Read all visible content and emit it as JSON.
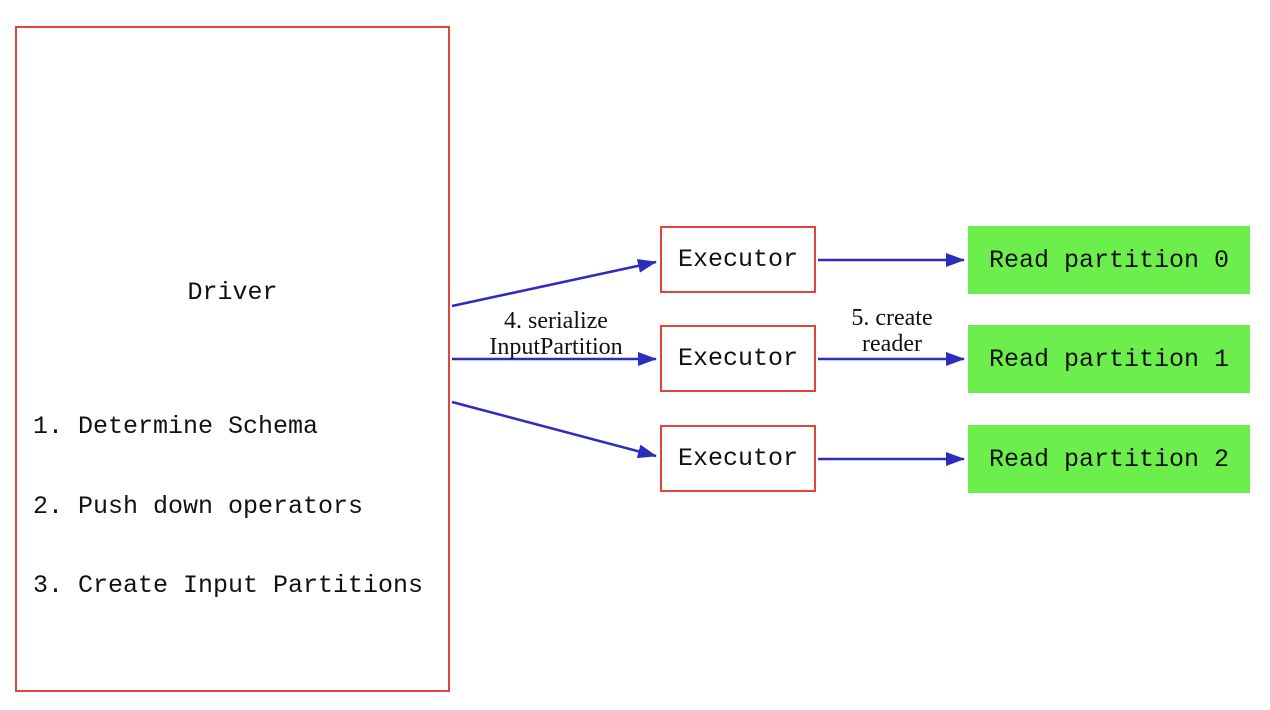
{
  "colors": {
    "box_border_red": "#e0443a",
    "arrow_blue": "#2d2dbd",
    "partition_green": "#6cee4c",
    "text_black": "#111111",
    "background": "#ffffff"
  },
  "driver": {
    "title": "Driver",
    "steps": [
      "1. Determine Schema",
      "2. Push down operators",
      "3. Create Input Partitions"
    ]
  },
  "executors": [
    {
      "label": "Executor"
    },
    {
      "label": "Executor"
    },
    {
      "label": "Executor"
    }
  ],
  "partitions": [
    {
      "label": "Read partition 0"
    },
    {
      "label": "Read partition 1"
    },
    {
      "label": "Read partition 2"
    }
  ],
  "edge_labels": {
    "serialize": {
      "line1": "4. serialize",
      "line2": "InputPartition"
    },
    "reader": {
      "line1": "5. create",
      "line2": "reader"
    }
  }
}
